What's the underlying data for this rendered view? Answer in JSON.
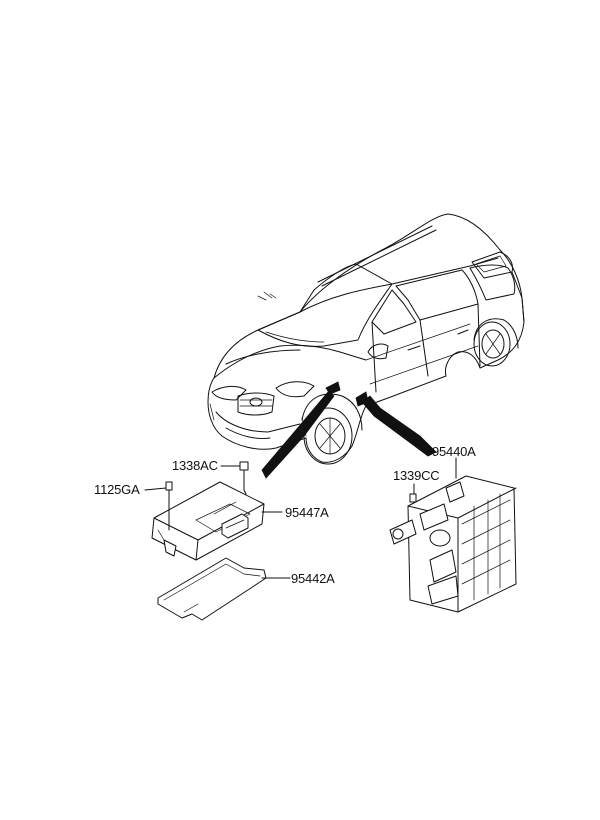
{
  "part_labels": {
    "p1338ac": "1338AC",
    "p1125ga": "1125GA",
    "p95447a": "95447A",
    "p95442a": "95442A",
    "p95440a": "95440A",
    "p1339cc": "1339CC"
  }
}
